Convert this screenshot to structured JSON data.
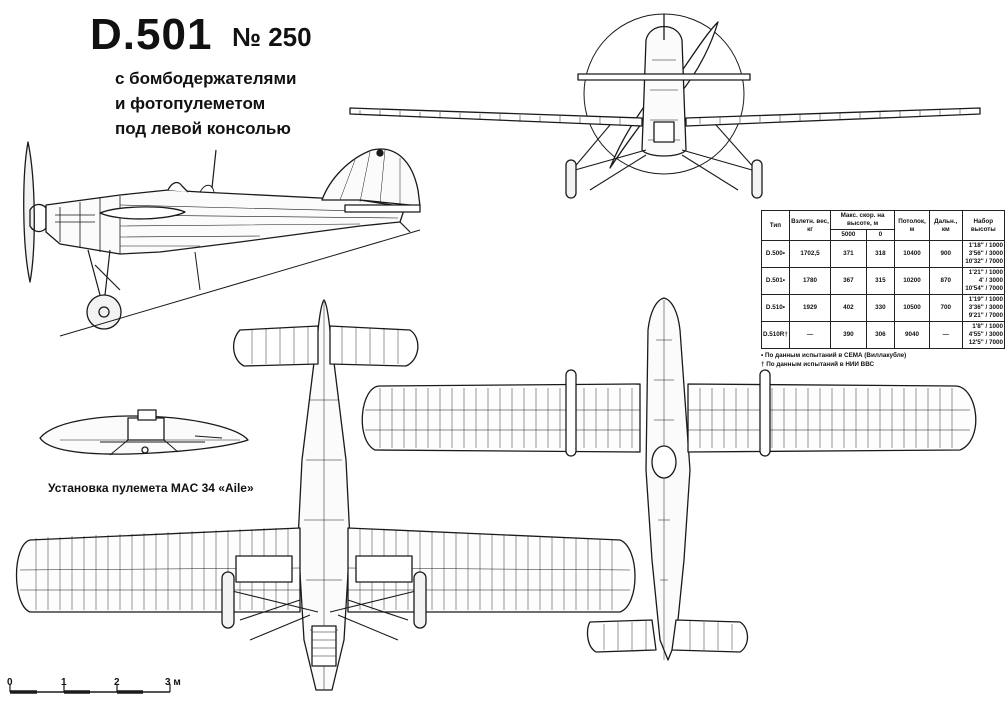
{
  "title": "D.501",
  "number": "№ 250",
  "subtitle": [
    "с бомбодержателями",
    "и фотопулеметом",
    "под левой консолью"
  ],
  "gun_caption": "Установка пулемета MAC 34 «Aile»",
  "scale": {
    "labels": [
      "0",
      "1",
      "2",
      "3 м"
    ]
  },
  "spec_table": {
    "headers": {
      "type": "Тип",
      "weight": "Взлетн. вес, кг",
      "speed": "Макс. скор. на высоте, м",
      "speed_5000": "5000",
      "speed_0": "0",
      "ceiling": "Потолок, м",
      "range": "Дальн., км",
      "climb": "Набор высоты"
    },
    "rows": [
      {
        "type": "D.500•",
        "weight": "1702,5",
        "v5000": "371",
        "v0": "318",
        "ceiling": "10400",
        "range": "900",
        "climb": "1'18\" / 1000\n3'56\" / 3000\n10'32\" / 7000"
      },
      {
        "type": "D.501•",
        "weight": "1780",
        "v5000": "367",
        "v0": "315",
        "ceiling": "10200",
        "range": "870",
        "climb": "1'21\" / 1000\n4' / 3000\n10'54\" / 7000"
      },
      {
        "type": "D.510•",
        "weight": "1929",
        "v5000": "402",
        "v0": "330",
        "ceiling": "10500",
        "range": "700",
        "climb": "1'19\" / 1000\n3'36\" / 3000\n9'21\" / 7000"
      },
      {
        "type": "D.510R†",
        "weight": "—",
        "v5000": "390",
        "v0": "306",
        "ceiling": "9040",
        "range": "—",
        "climb": "1'8\" / 1000\n4'55\" / 3000\n12'5\" / 7000"
      }
    ],
    "notes": [
      "• По данным испытаний в СЕМА (Виллакубле)",
      "† По данным испытаний в НИИ ВВС"
    ]
  }
}
